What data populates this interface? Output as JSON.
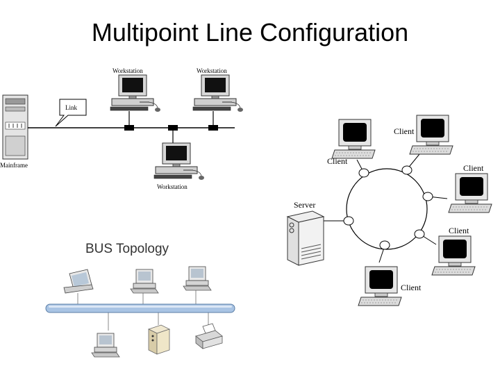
{
  "title": "Multipoint Line Configuration",
  "multipoint_diagram": {
    "mainframe_label": "Mainframe",
    "link_label": "Link",
    "workstation_top_left_label": "Workstation",
    "workstation_top_right_label": "Workstation",
    "workstation_bottom_label": "Workstation"
  },
  "ring_diagram": {
    "server_label": "Server",
    "client_labels": [
      "Client",
      "Client",
      "Client",
      "Client",
      "Client"
    ]
  },
  "bus_diagram": {
    "title": "BUS Topology"
  },
  "colors": {
    "bus_pipe": "#a9c4e4",
    "screen": "#000000",
    "ring_line": "#000000"
  }
}
